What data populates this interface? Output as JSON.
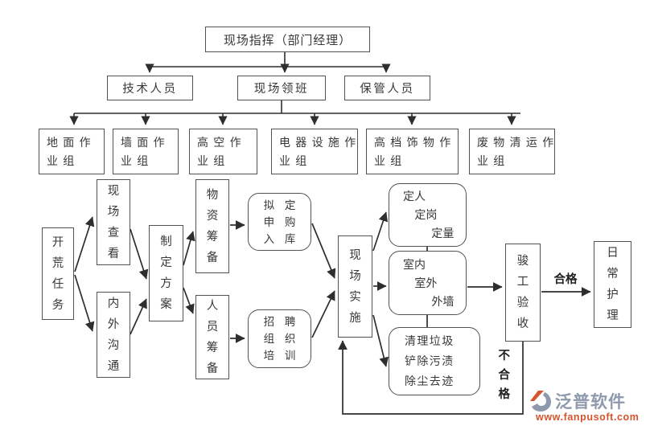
{
  "org": {
    "root": {
      "label": "现场指挥（部门经理）"
    },
    "level2": [
      {
        "label": "技术人员"
      },
      {
        "label": "现场领班"
      },
      {
        "label": "保管人员"
      }
    ],
    "groups": [
      {
        "lines": [
          "地面作",
          "业组"
        ]
      },
      {
        "lines": [
          "墙面作",
          "业组"
        ]
      },
      {
        "lines": [
          "高空作",
          "业组"
        ]
      },
      {
        "lines": [
          "电器设施作",
          "业组"
        ]
      },
      {
        "lines": [
          "高档饰物作",
          "业组"
        ]
      },
      {
        "lines": [
          "废物清运作",
          "业组"
        ]
      }
    ]
  },
  "flow": {
    "task": {
      "label": "开荒任务"
    },
    "site_check": {
      "label": "现场查看"
    },
    "comm": {
      "label": "内外沟通"
    },
    "plan": {
      "label": "制定方案"
    },
    "material": {
      "label": "物资筹备"
    },
    "personnel": {
      "label": "人员筹备"
    },
    "purchase": {
      "lines": [
        "拟定",
        "申购",
        "入库"
      ]
    },
    "recruit": {
      "lines": [
        "招聘",
        "组织",
        "培训"
      ]
    },
    "implement": {
      "label": "现场实施"
    },
    "quota": {
      "lines": [
        "定人",
        "定岗",
        "定量"
      ]
    },
    "areas": {
      "lines": [
        "室内",
        "室外",
        "外墙"
      ]
    },
    "clean": {
      "lines": [
        "清理垃圾",
        "铲除污渍",
        "除尘去迹"
      ]
    },
    "acceptance": {
      "label": "骏工验收"
    },
    "daily": {
      "label": "日常护理"
    },
    "pass_label": "合格",
    "fail_label": "不合格"
  },
  "watermark": {
    "brand": "泛普软件",
    "url": "www.fanpusoft.com"
  },
  "colors": {
    "line": "#2e2e2e",
    "box_border": "#525252",
    "text": "#383838",
    "brand_gray": "#8e99ab",
    "brand_orange": "#d3542e"
  }
}
